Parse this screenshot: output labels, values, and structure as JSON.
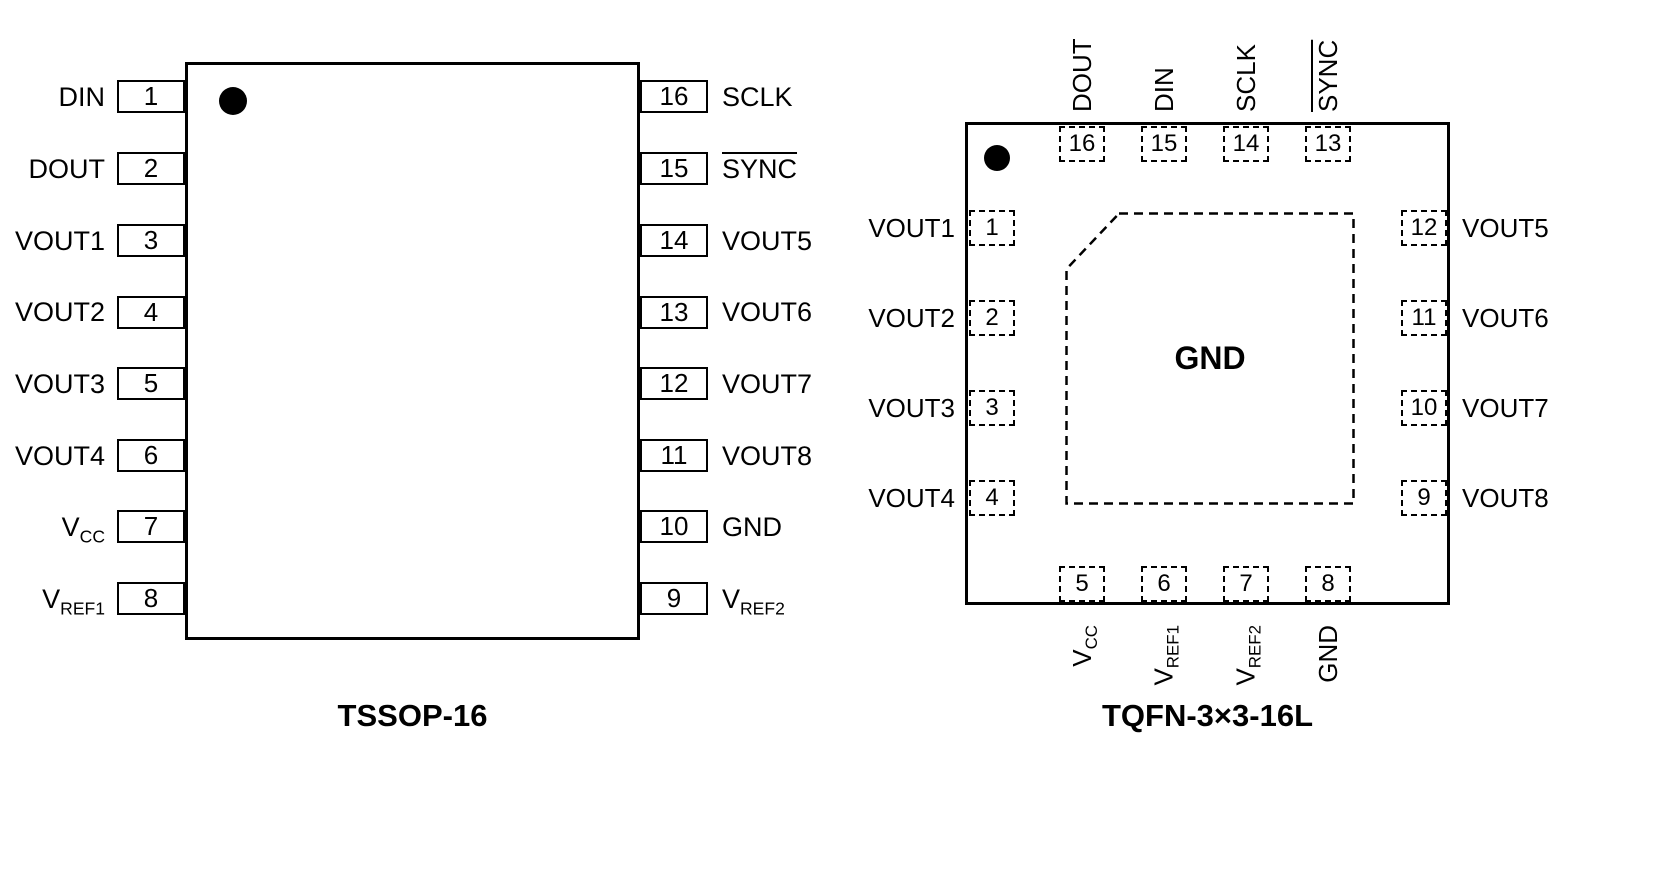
{
  "tssop": {
    "title": "TSSOP-16",
    "left_pins": [
      {
        "num": "1",
        "label": "DIN"
      },
      {
        "num": "2",
        "label": "DOUT"
      },
      {
        "num": "3",
        "label": "VOUT1"
      },
      {
        "num": "4",
        "label": "VOUT2"
      },
      {
        "num": "5",
        "label": "VOUT3"
      },
      {
        "num": "6",
        "label": "VOUT4"
      },
      {
        "num": "7",
        "label": "V",
        "sub": "CC"
      },
      {
        "num": "8",
        "label": "V",
        "sub": "REF1"
      }
    ],
    "right_pins": [
      {
        "num": "16",
        "label": "SCLK"
      },
      {
        "num": "15",
        "label": "SYNC",
        "overline": true
      },
      {
        "num": "14",
        "label": "VOUT5"
      },
      {
        "num": "13",
        "label": "VOUT6"
      },
      {
        "num": "12",
        "label": "VOUT7"
      },
      {
        "num": "11",
        "label": "VOUT8"
      },
      {
        "num": "10",
        "label": "GND"
      },
      {
        "num": "9",
        "label": "V",
        "sub": "REF2"
      }
    ]
  },
  "tqfn": {
    "title": "TQFN-3×3-16L",
    "center_pad_label": "GND",
    "top_pins": [
      {
        "num": "16",
        "label": "DOUT"
      },
      {
        "num": "15",
        "label": "DIN"
      },
      {
        "num": "14",
        "label": "SCLK"
      },
      {
        "num": "13",
        "label": "SYNC",
        "overline": true
      }
    ],
    "left_pins": [
      {
        "num": "1",
        "label": "VOUT1"
      },
      {
        "num": "2",
        "label": "VOUT2"
      },
      {
        "num": "3",
        "label": "VOUT3"
      },
      {
        "num": "4",
        "label": "VOUT4"
      }
    ],
    "right_pins": [
      {
        "num": "12",
        "label": "VOUT5"
      },
      {
        "num": "11",
        "label": "VOUT6"
      },
      {
        "num": "10",
        "label": "VOUT7"
      },
      {
        "num": "9",
        "label": "VOUT8"
      }
    ],
    "bottom_pins": [
      {
        "num": "5",
        "label": "V",
        "sub": "CC"
      },
      {
        "num": "6",
        "label": "V",
        "sub": "REF1"
      },
      {
        "num": "7",
        "label": "V",
        "sub": "REF2"
      },
      {
        "num": "8",
        "label": "GND"
      }
    ]
  }
}
